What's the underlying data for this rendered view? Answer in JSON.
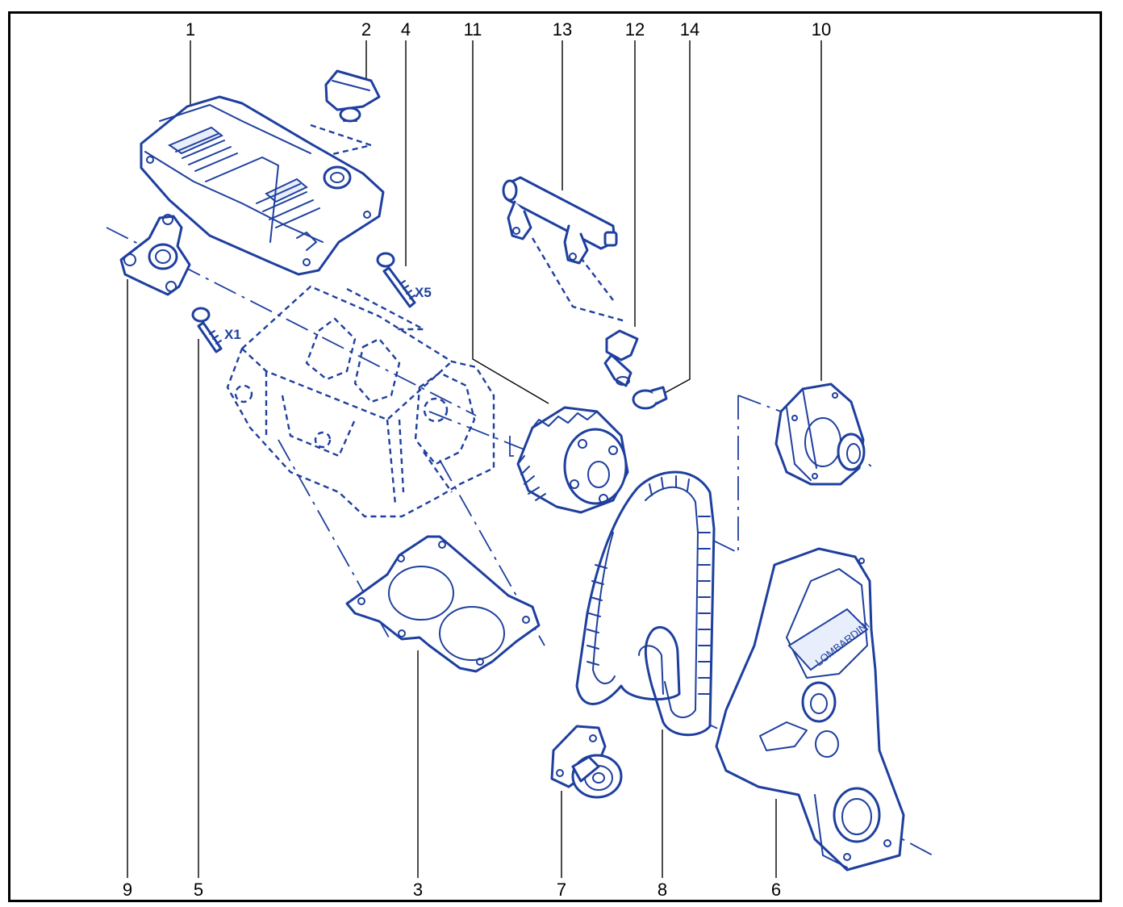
{
  "callouts": {
    "top": [
      "1",
      "2",
      "4",
      "11",
      "13",
      "12",
      "14",
      "10"
    ],
    "bottom": [
      "9",
      "5",
      "3",
      "7",
      "8",
      "6"
    ]
  },
  "quantities": {
    "bolt_4": "X5",
    "bolt_5": "X1"
  },
  "brand_label": "LOMBARDINI",
  "colors": {
    "line": "#1e3f9e",
    "frame": "#000000",
    "background": "#ffffff"
  }
}
